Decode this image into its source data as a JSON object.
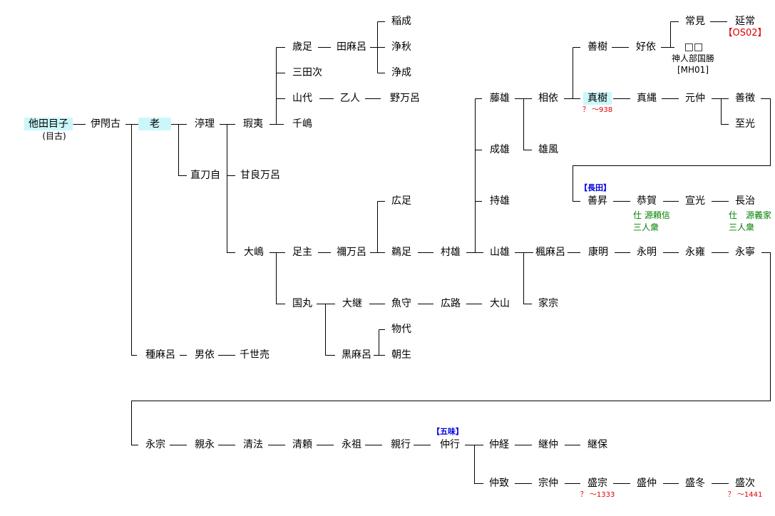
{
  "diagram": {
    "type": "genealogy-tree",
    "colors": {
      "highlight": "#ccf7fa",
      "red_note": "#e00000",
      "blue_clan": "#0000e0",
      "green_note": "#008000",
      "line": "#000000"
    },
    "nodes": {
      "tadame": "他田目子",
      "tadame_alias": "(目古)",
      "ikako": "伊閇古",
      "oi": "老",
      "teiri": "渟理",
      "kai": "瑕夷",
      "naotoji": "直刀自",
      "amaramaro": "甘良万呂",
      "oshima": "大嶋",
      "tanemaro": "種麻呂",
      "oyori": "男依",
      "chiseko": "千世売",
      "toshitari": "歳足",
      "tamaro": "田麻呂",
      "inanari": "稲成",
      "joshu": "浄秋",
      "josei": "浄成",
      "mitaji": "三田次",
      "yamashiro": "山代",
      "otohito": "乙人",
      "nomaro": "野万呂",
      "chishima": "千嶋",
      "tarinushi": "足主",
      "nemaro": "禰万呂",
      "hirotari": "広足",
      "shigitari": "鵜足",
      "muraо": "村雄",
      "fujio": "藤雄",
      "naruo": "成雄",
      "mochio": "持雄",
      "yamao": "山雄",
      "sukeyori": "相依",
      "yufu": "雄風",
      "zenju": "善樹",
      "yoshiyori": "好依",
      "tsunemi": "常見",
      "nobutsune": "延常",
      "unknown_boxes": "□□",
      "unknown_title": "神人部国勝",
      "unknown_code": "[MH01]",
      "nobutsune_code": "【OS02】",
      "maki": "真樹",
      "maki_dates": "？ ～938",
      "manawa": "真縄",
      "motonaka": "元仲",
      "zenkyu": "善徴",
      "shiko": "至光",
      "nagata_clan": "【長田】",
      "zensho": "善昇",
      "kyoga": "恭賀",
      "kyoga_note1": "仕 源頼信",
      "kyoga_note2": "三人衆",
      "senko": "宣光",
      "nagaharu": "長治",
      "nagaharu_note1": "仕　源義家",
      "nagaharu_note2": "三人衆",
      "kaedemaro": "楓麻呂",
      "yasuaki": "康明",
      "eimei": "永明",
      "eiyo": "永雍",
      "eine": "永寧",
      "iemune": "家宗",
      "kunimaru": "国丸",
      "otsugu": "大継",
      "uomori": "魚守",
      "hiromichi": "広路",
      "oyama": "大山",
      "kuromaro": "黒麻呂",
      "monoshiro": "物代",
      "asao": "朝生",
      "eiso": "永宗",
      "chikanaga": "親永",
      "seiho": "清法",
      "kiyoyori": "清頼",
      "eiso2": "永祖",
      "chikayuki": "親行",
      "gomi_clan": "【五味】",
      "nakayuki": "仲行",
      "nakatsune": "仲経",
      "tsugunaka": "継仲",
      "tsuguyasu": "継保",
      "nakamune": "仲致",
      "munenaka": "宗仲",
      "morimune": "盛宗",
      "morimune_dates": "？ ～1333",
      "morinaka": "盛仲",
      "morifuyu": "盛冬",
      "moritsugu": "盛次",
      "moritsugu_dates": "？ ～1441"
    }
  }
}
